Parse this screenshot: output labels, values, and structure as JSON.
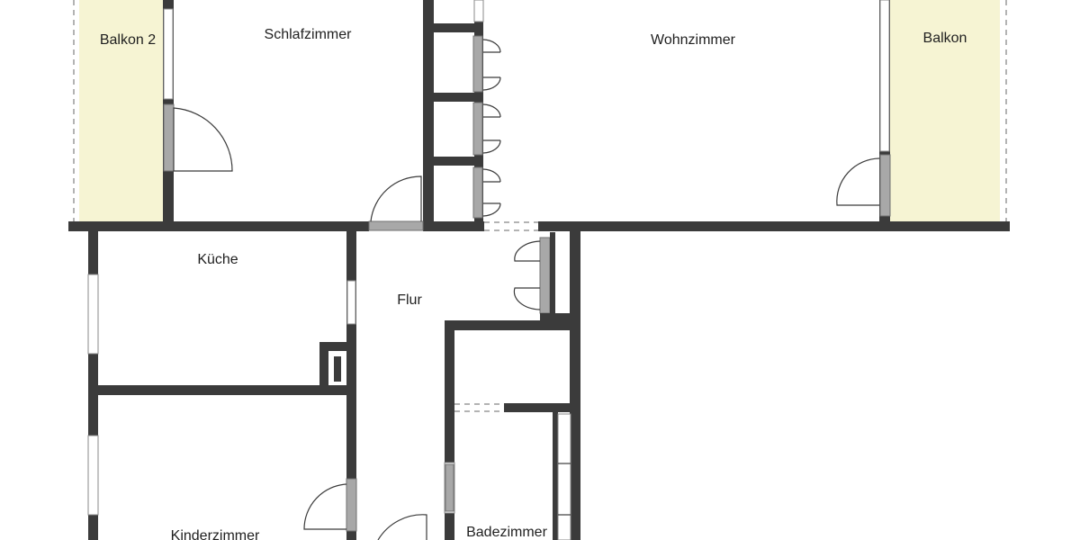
{
  "rooms": {
    "balkon_2": "Balkon 2",
    "schlafzimmer": "Schlafzimmer",
    "wohnzimmer": "Wohnzimmer",
    "balkon": "Balkon",
    "kueche": "Küche",
    "flur": "Flur",
    "kinderzimmer": "Kinderzimmer",
    "badezimmer": "Badezimmer"
  },
  "colors": {
    "wall": "#3b3b3b",
    "balcony": "#f6f4d3",
    "background": "#ffffff"
  }
}
